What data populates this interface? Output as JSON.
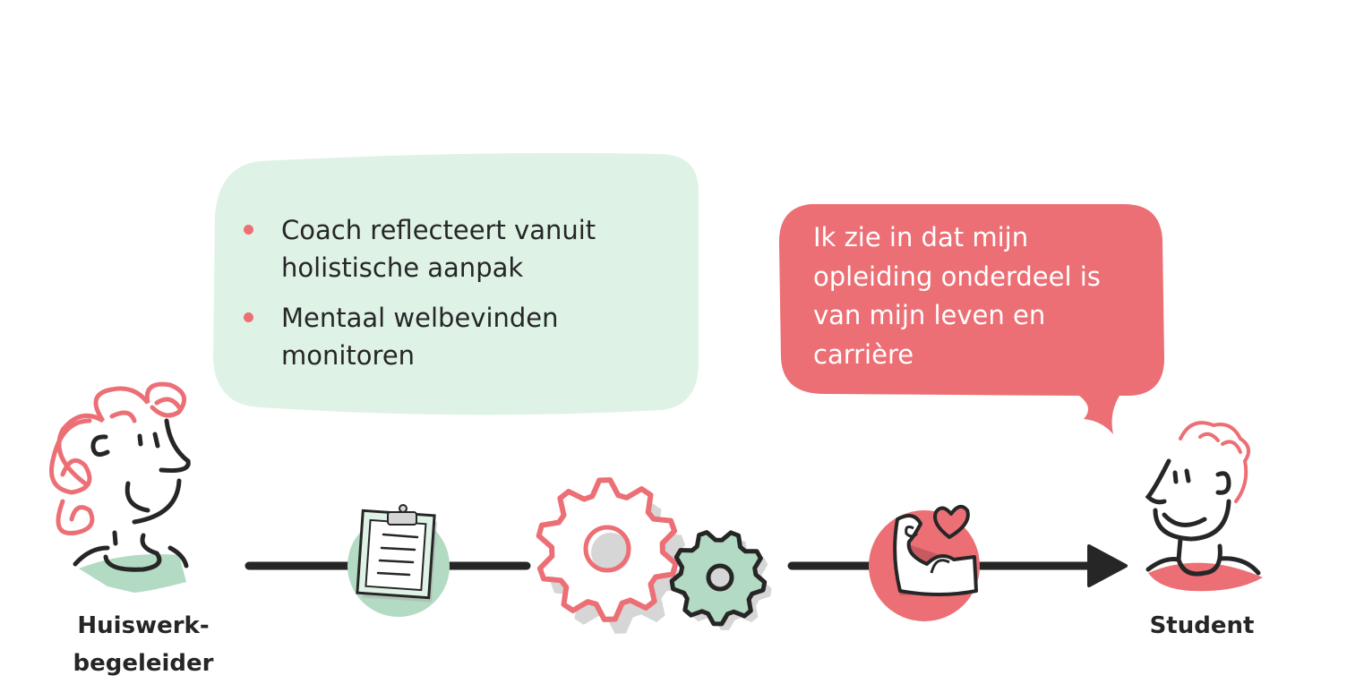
{
  "coach_bubble": {
    "items": [
      "Coach reflecteert vanuit holistische aanpak",
      "Mentaal welbevinden monitoren"
    ]
  },
  "student_bubble": {
    "text": "Ik zie in dat mijn opleiding onderdeel is van mijn leven en carrière"
  },
  "actors": {
    "left": "Huiswerk-\nbegeleider",
    "right": "Student"
  },
  "colors": {
    "green_bubble": "#dff2e6",
    "green_accent": "#b3dac2",
    "pink": "#ec6f75",
    "dark": "#262626"
  },
  "icons": [
    "clipboard-icon",
    "gears-icon",
    "muscle-heart-icon",
    "arrow-icon"
  ]
}
